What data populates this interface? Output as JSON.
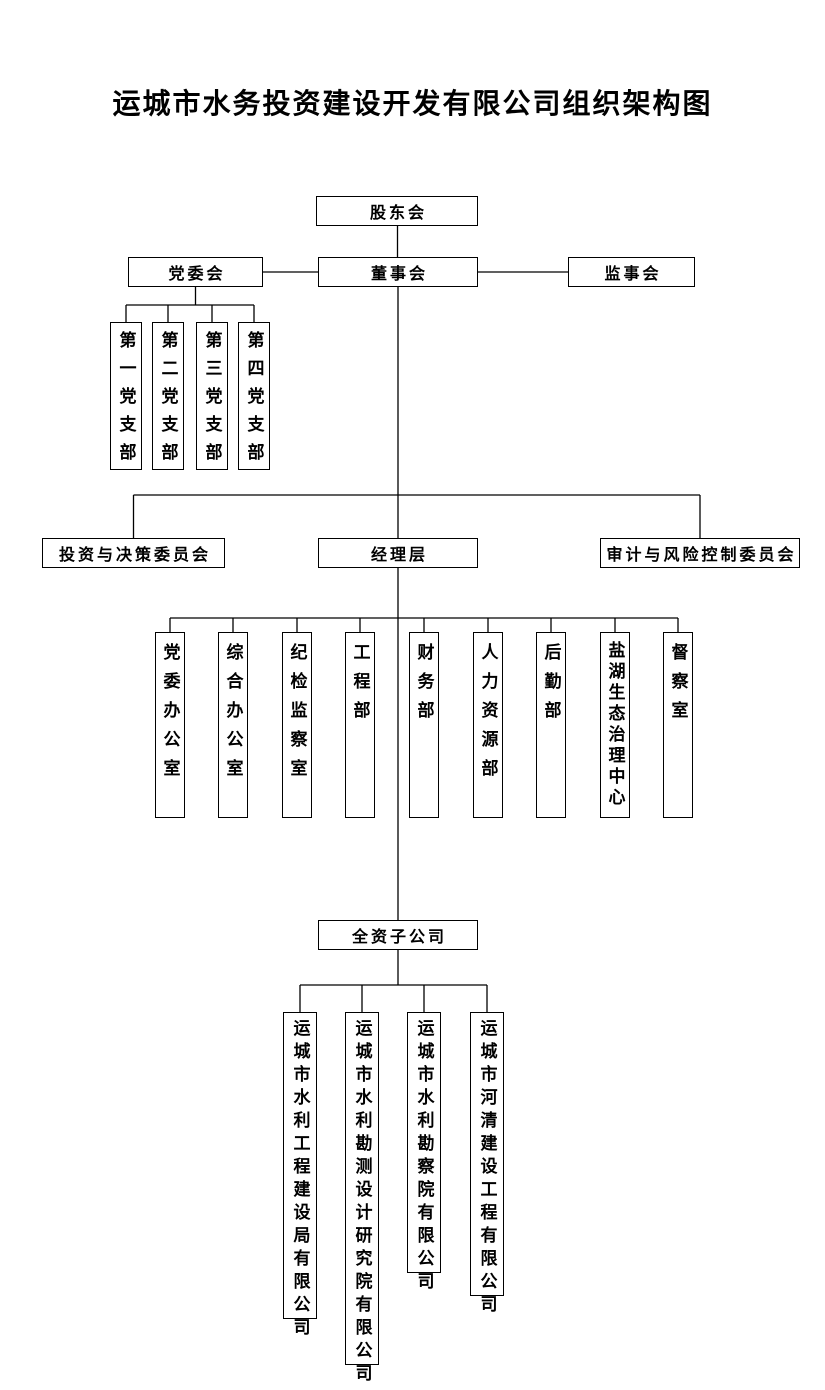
{
  "title": "运城市水务投资建设开发有限公司组织架构图",
  "colors": {
    "background": "#ffffff",
    "line": "#000000",
    "text": "#000000"
  },
  "org": {
    "shareholders": "股东会",
    "party_committee": "党委会",
    "board": "董事会",
    "supervisory": "监事会",
    "party_branches": [
      "第一党支部",
      "第二党支部",
      "第三党支部",
      "第四党支部"
    ],
    "investment_committee": "投资与决策委员会",
    "management": "经理层",
    "audit_committee": "审计与风险控制委员会",
    "departments": [
      "党委办公室",
      "综合办公室",
      "纪检监察室",
      "工程部",
      "财务部",
      "人力资源部",
      "后勤部",
      "盐湖生态治理中心",
      "督察室"
    ],
    "subsidiary_group": "全资子公司",
    "subsidiaries": [
      "运城市水利工程建设局有限公司",
      "运城市水利勘测设计研究院有限公司",
      "运城市水利勘察院有限公司",
      "运城市河清建设工程有限公司"
    ]
  }
}
